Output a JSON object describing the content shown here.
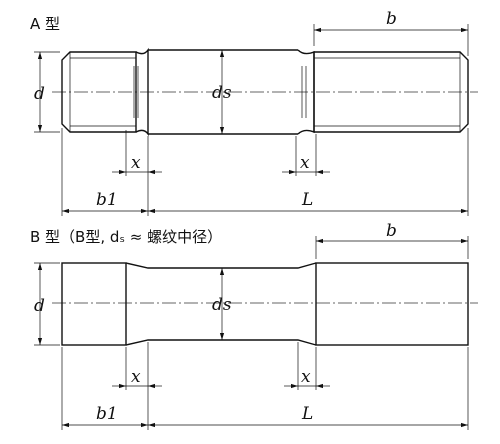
{
  "type_a": {
    "title": "A 型",
    "labels": {
      "b": "b",
      "d": "d",
      "ds": "ds",
      "x_left": "x",
      "x_right": "x",
      "b1": "b1",
      "L": "L"
    }
  },
  "type_b": {
    "title": "B 型（B型, dₛ ≈ 螺纹中径）",
    "labels": {
      "b": "b",
      "d": "d",
      "ds": "ds",
      "x_left": "x",
      "x_right": "x",
      "b1": "b1",
      "L": "L"
    }
  }
}
